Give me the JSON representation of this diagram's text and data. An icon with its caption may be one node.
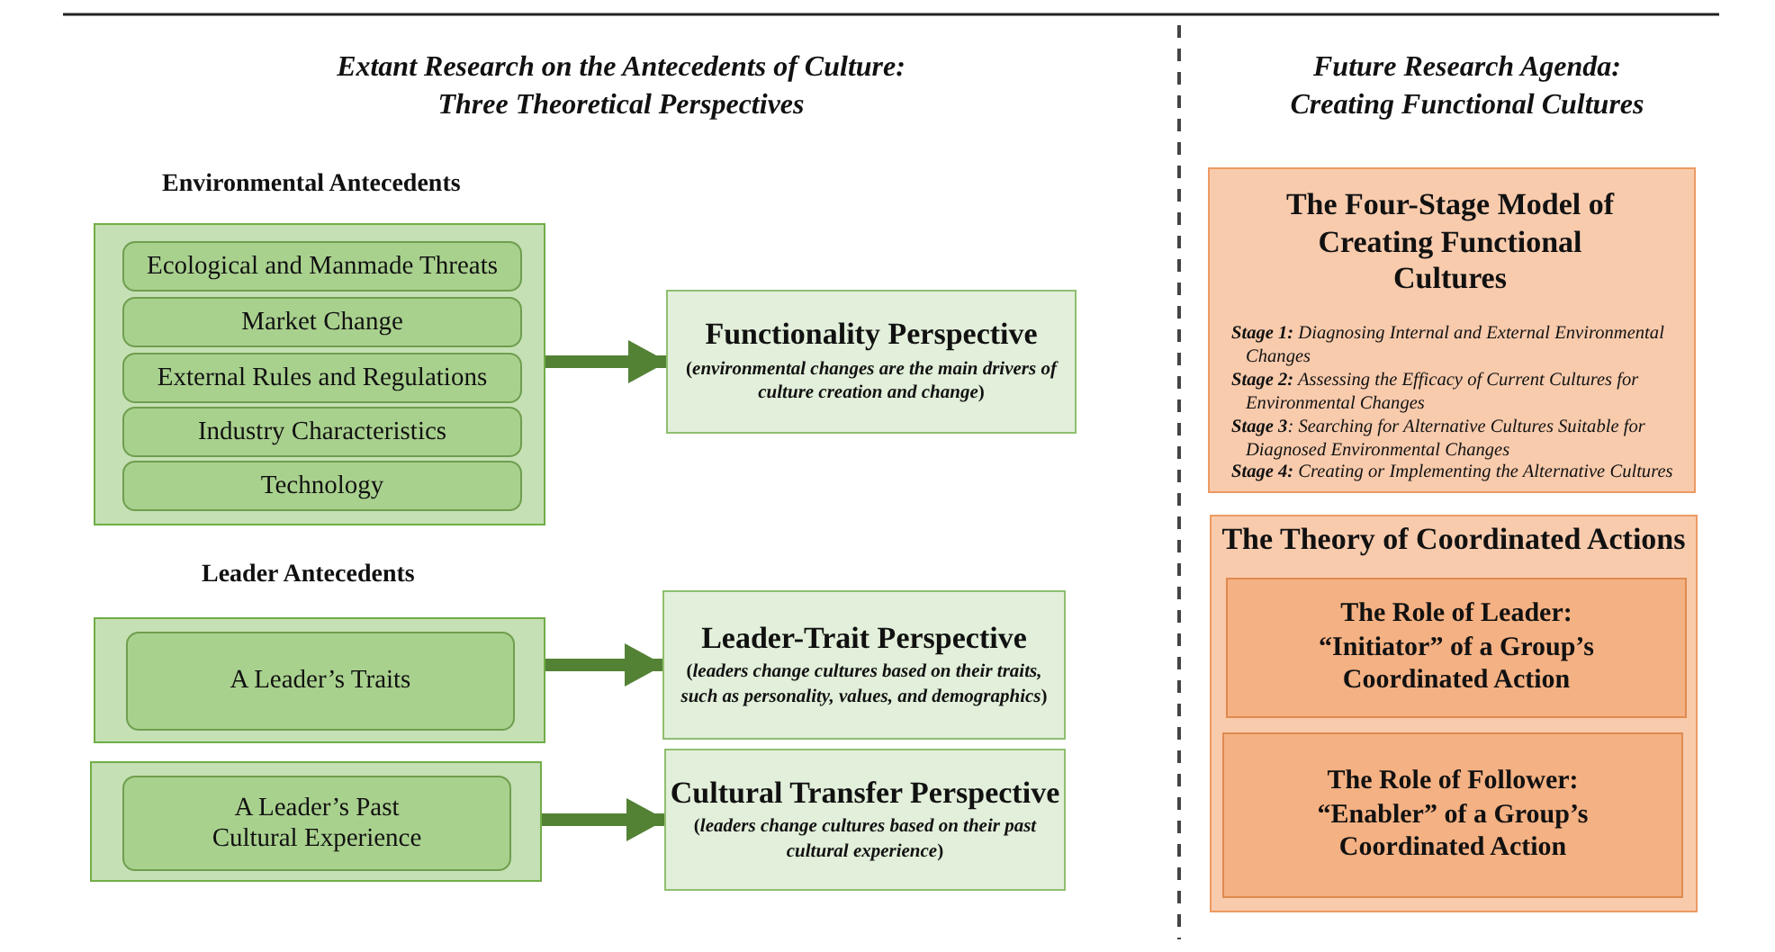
{
  "diagram": {
    "nodes": [
      {
        "text": [
          "Environmental Antecedents"
        ]
      },
      {
        "text": [
          "Ecological and Manmade Threats"
        ],
        "in": 0
      },
      {
        "text": [
          "Market Change"
        ],
        "in": 0
      },
      {
        "text": [
          "External Rules and Regulations"
        ],
        "in": 0
      },
      {
        "text": [
          "Industry Characteristics"
        ],
        "in": 0
      },
      {
        "text": [
          "Technology"
        ],
        "in": 0
      },
      {
        "text": [
          "Functionality Perspective",
          "(*environmental changes are the main drivers of culture creation and change*)"
        ]
      },
      {
        "text": [],
        "shape": "box"
      },
      {
        "text": [
          "A Leader’s Traits"
        ],
        "in": 7
      },
      {
        "text": [
          "Leader-Trait Perspective",
          "(*leaders change cultures based on their traits, such as personality, values, and demographics*)"
        ]
      },
      {
        "text": [],
        "shape": "box"
      },
      {
        "text": [
          "A Leader’s Past Cultural Experience"
        ],
        "in": 10
      },
      {
        "text": [
          "Cultural Transfer Perspective",
          "(*leaders change cultures based on their past cultural experience*)"
        ]
      },
      {
        "text": [
          "The Four-Stage Model of Creating Functional Cultures",
          "**Stage 1:** Diagnosing Internal and External Environmental Changes",
          "**Stage 2:** Assessing the Efficacy of Current Cultures for Environmental Changes",
          "**Stage 3**: Searching for Alternative Cultures Suitable for Diagnosed Environmental Changes",
          "**Stage 4:** Creating or Implementing the Alternative Cultures"
        ]
      },
      {
        "text": [
          "The Theory of Coordinated Actions"
        ]
      },
      {
        "text": [
          "The Role of Leader: “Initiator” of a Group’s Coordinated Action"
        ],
        "in": 14
      },
      {
        "text": [
          "The Role of Follower: “Enabler” of a Group’s Coordinated Action"
        ],
        "in": 14
      }
    ],
    "edges": [
      {
        "from": 0,
        "to": 6,
        "arrow": "to"
      },
      {
        "from": 7,
        "to": 9,
        "arrow": "to"
      },
      {
        "from": 10,
        "to": 12,
        "arrow": "to"
      }
    ],
    "labels": [
      "Extant Research on the Antecedents of Culture: Three Theoretical Perspectives",
      "Future Research Agenda: Creating Functional Cultures",
      "Leader Antecedents"
    ]
  }
}
